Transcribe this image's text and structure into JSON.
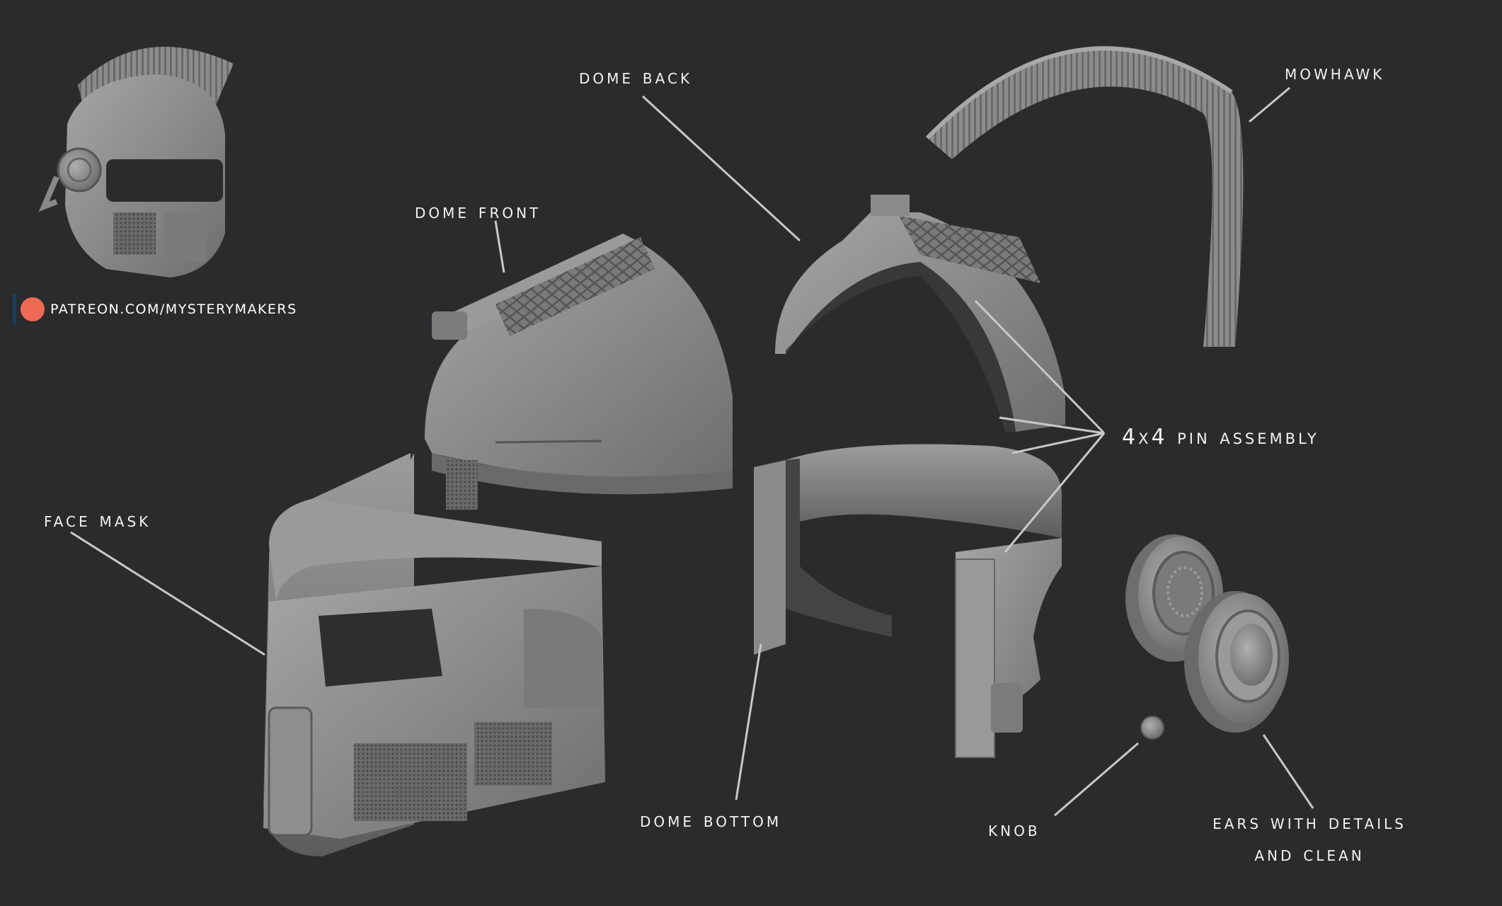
{
  "watermark": {
    "text": "PATREON.COM/MYSTERYMAKERS",
    "dot_color": "#ee6a55",
    "bar_color": "#1d3e5a"
  },
  "labels": {
    "dome_back": "DOME BACK",
    "dome_front": "DOME FRONT",
    "mowhawk": "MOWHAWK",
    "face_mask": "FACE MASK",
    "pin_assembly": "4X4 PIN ASSEMBLY",
    "dome_bottom": "DOME BOTTOM",
    "knob": "KNOB",
    "ears_line1": "EARS WITH DETAILS",
    "ears_line2": "AND CLEAN"
  },
  "colors": {
    "background": "#2a2b2d",
    "part_fill": "#8a8a8a",
    "part_shadow": "#5e5e5e",
    "leader": "#c8c8c8",
    "text": "#f2f2f2"
  },
  "parts": [
    "assembled-helmet",
    "mowhawk",
    "dome-front",
    "dome-back",
    "face-mask",
    "dome-bottom",
    "ear-left",
    "ear-right",
    "knob"
  ]
}
